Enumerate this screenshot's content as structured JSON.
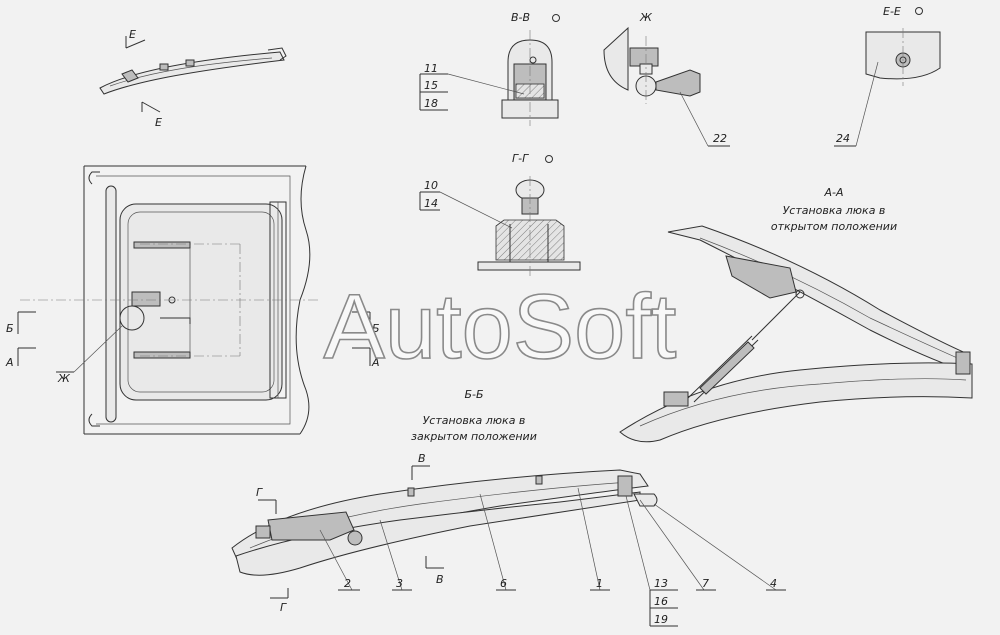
{
  "watermark": "AutoSoft",
  "views": {
    "bb_small": "В-В",
    "zh": "Ж",
    "ee": "Е-Е",
    "gg": "Г-Г",
    "aa": {
      "title": "А-А",
      "line1": "Установка люка в",
      "line2": "открытом положении"
    },
    "bb": {
      "title": "Б-Б",
      "line1": "Установка люка в",
      "line2": "закрытом положении"
    }
  },
  "section_marks": {
    "e": "Е",
    "b": "Б",
    "a": "А",
    "zh": "Ж",
    "v": "В",
    "g": "Г"
  },
  "callouts": {
    "c11": "11",
    "c15": "15",
    "c18": "18",
    "c10": "10",
    "c14": "14",
    "c22": "22",
    "c24": "24",
    "c2": "2",
    "c3": "3",
    "c6": "6",
    "c1": "1",
    "c13": "13",
    "c16": "16",
    "c19": "19",
    "c7": "7",
    "c4": "4"
  }
}
